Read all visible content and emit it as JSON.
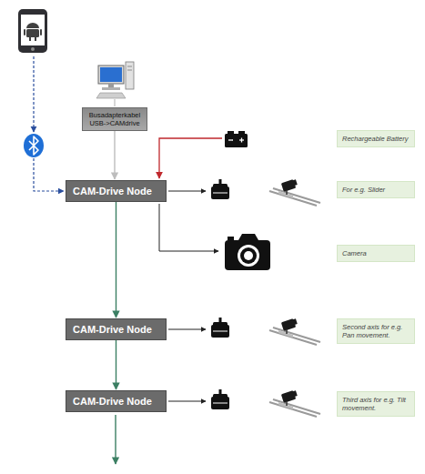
{
  "diagram": {
    "nodes": [
      {
        "text": [
          "Busadapterkabel USB->CAMdrive"
        ]
      },
      {
        "text": [
          "Rechargeable Battery"
        ]
      },
      {
        "text": [
          "CAM-Drive Node"
        ]
      },
      {
        "text": [
          "For e.g. Slider"
        ]
      },
      {
        "text": [
          "Camera"
        ]
      },
      {
        "text": [
          "CAM-Drive Node"
        ]
      },
      {
        "text": [
          "Second axis for e.g. Pan movement."
        ]
      },
      {
        "text": [
          "CAM-Drive Node"
        ]
      },
      {
        "text": [
          "Third axis for e.g. Tilt movement."
        ]
      }
    ],
    "edges": [
      {
        "from": 0,
        "to": 2,
        "arrow": "to"
      },
      {
        "from": 2,
        "to": 5,
        "arrow": "to"
      },
      {
        "from": 5,
        "to": 7,
        "arrow": "to"
      }
    ]
  }
}
